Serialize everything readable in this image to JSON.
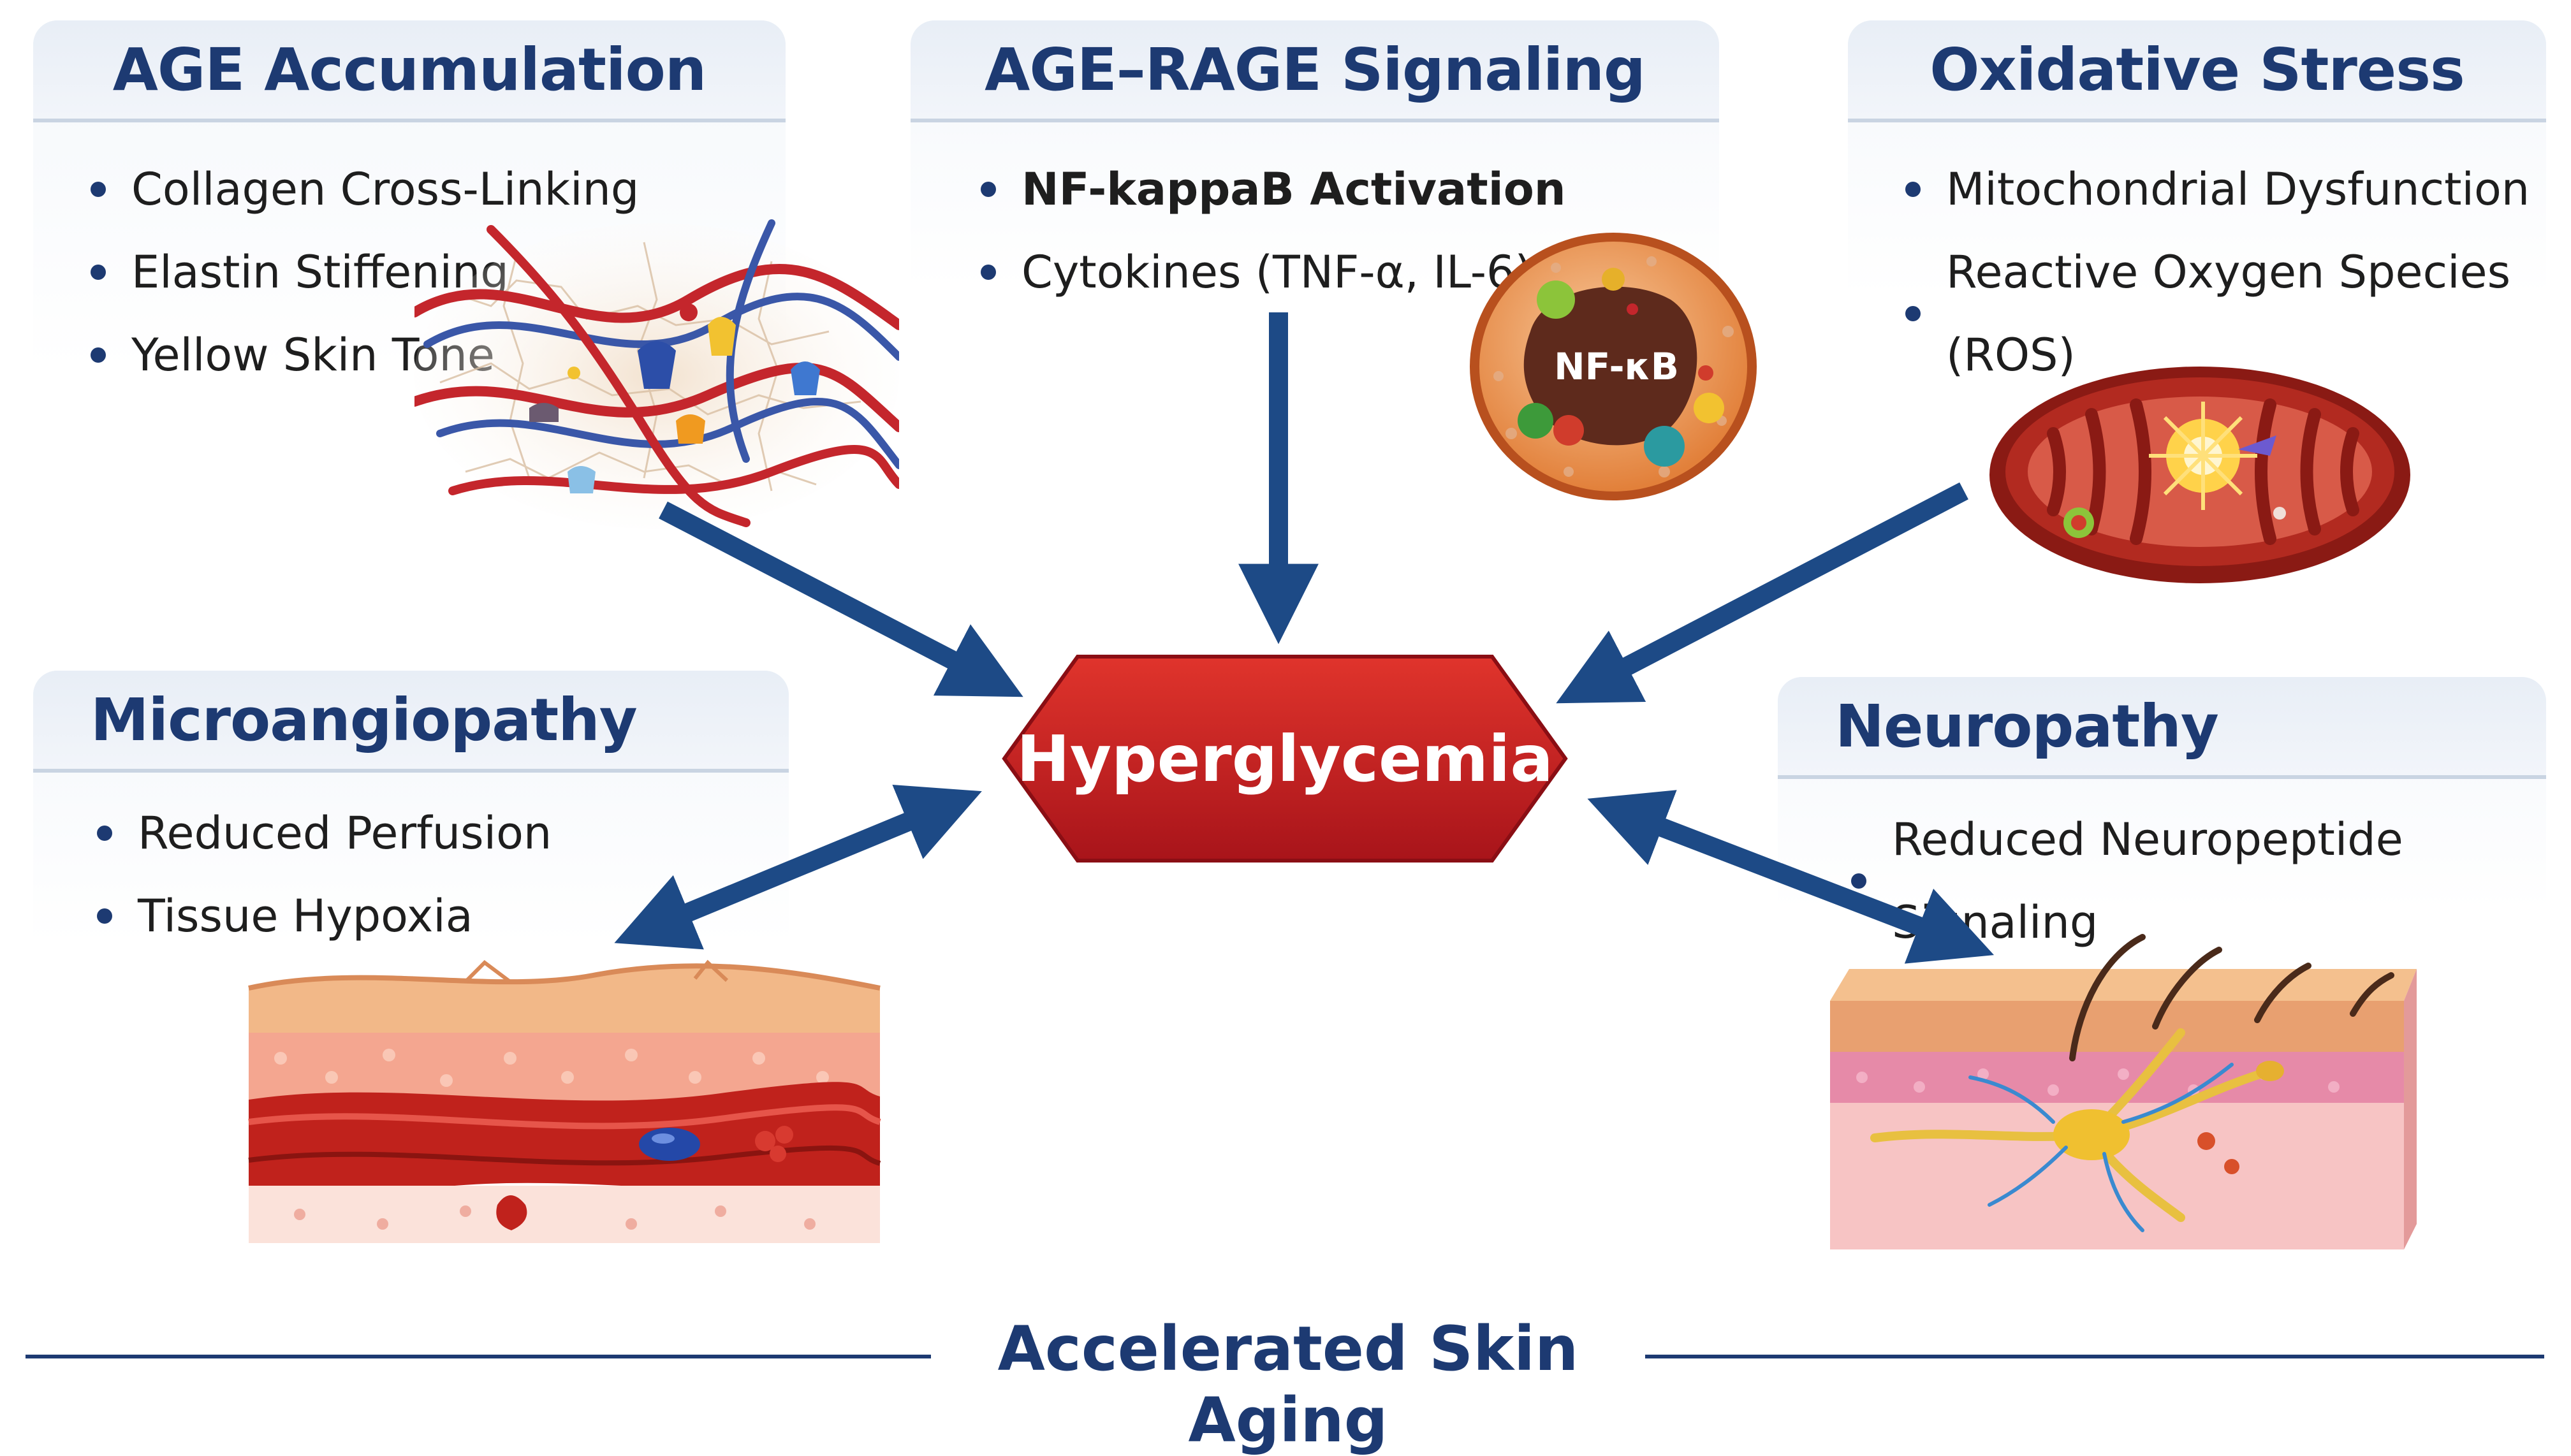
{
  "panels": {
    "age_accumulation": {
      "title": "AGE Accumulation",
      "items": [
        "Collagen Cross-Linking",
        "Elastin Stiffening",
        "Yellow Skin Tone"
      ]
    },
    "age_rage": {
      "title": "AGE–RAGE Signaling",
      "items": [
        "NF-kappaB Activation",
        "Cytokines (TNF-α, IL-6)"
      ],
      "cell_label": "NF-κB"
    },
    "oxidative": {
      "title": "Oxidative Stress",
      "items": [
        "Mitochondrial Dysfunction",
        "Reactive Oxygen Species (ROS)"
      ]
    },
    "microangiopathy": {
      "title": "Microangiopathy",
      "items": [
        "Reduced Perfusion",
        "Tissue Hypoxia"
      ]
    },
    "neuropathy": {
      "title": "Neuropathy",
      "items": [
        "Reduced Neuropeptide Signaling"
      ]
    }
  },
  "center": {
    "label": "Hyperglycemia",
    "color": "#c4161c"
  },
  "footer": {
    "label": "Accelerated Skin Aging"
  },
  "colors": {
    "heading": "#1d3a72",
    "arrow": "#1d4a86"
  }
}
